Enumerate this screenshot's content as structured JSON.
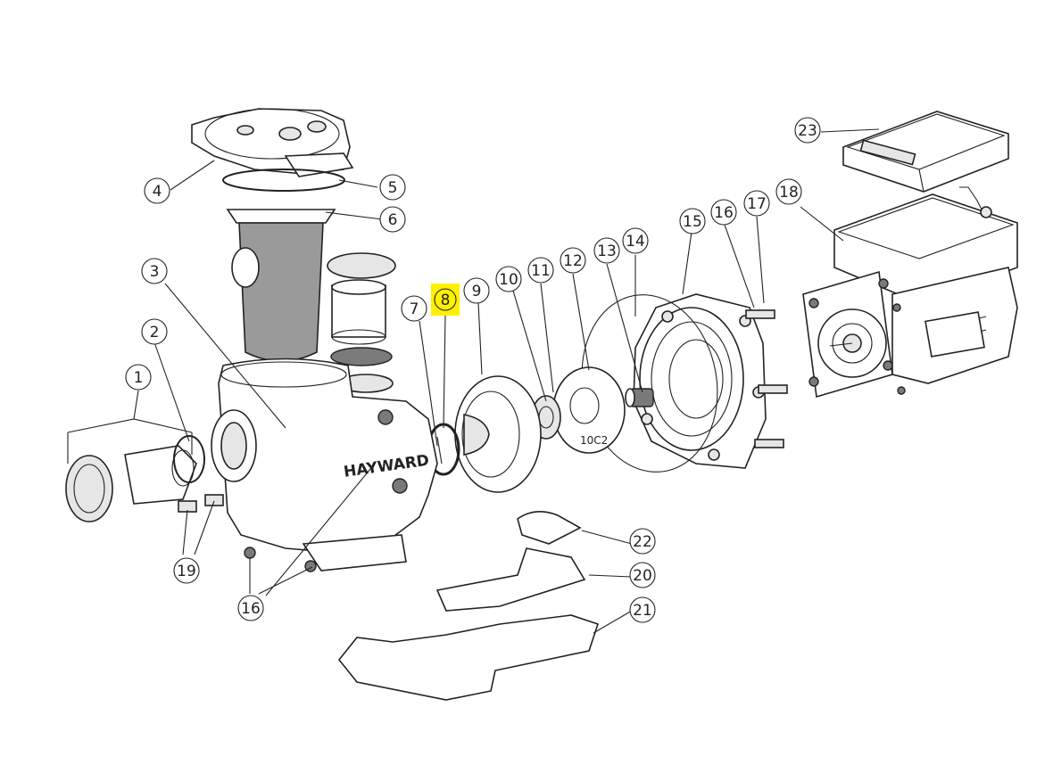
{
  "brand_label": "HAYWARD",
  "impeller_label": "10C2",
  "highlight_color": "#FFF000",
  "highlighted_part": "8",
  "callouts": [
    {
      "num": "1"
    },
    {
      "num": "2"
    },
    {
      "num": "3"
    },
    {
      "num": "4"
    },
    {
      "num": "5"
    },
    {
      "num": "6"
    },
    {
      "num": "7"
    },
    {
      "num": "8"
    },
    {
      "num": "9"
    },
    {
      "num": "10"
    },
    {
      "num": "11"
    },
    {
      "num": "12"
    },
    {
      "num": "13"
    },
    {
      "num": "14"
    },
    {
      "num": "15"
    },
    {
      "num": "16"
    },
    {
      "num": "17"
    },
    {
      "num": "18"
    },
    {
      "num": "19"
    },
    {
      "num": "16"
    },
    {
      "num": "20"
    },
    {
      "num": "21"
    },
    {
      "num": "22"
    },
    {
      "num": "23"
    }
  ]
}
